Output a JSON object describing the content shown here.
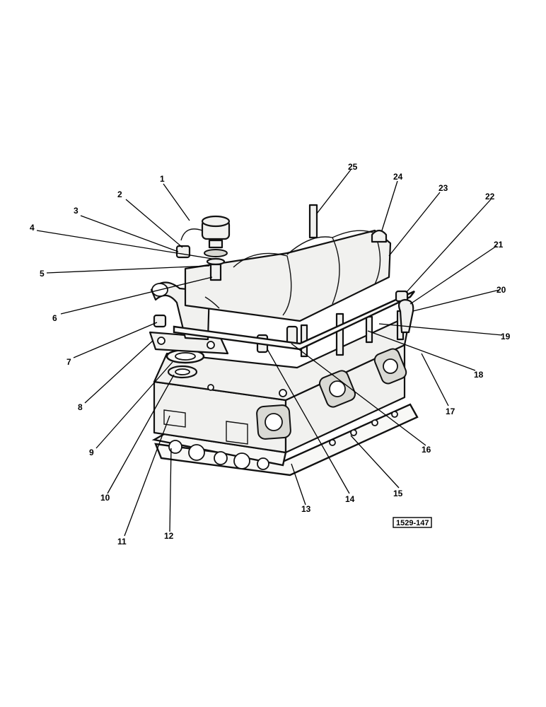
{
  "figure_ref": "1529-147",
  "callouts": [
    "1",
    "2",
    "3",
    "4",
    "5",
    "6",
    "7",
    "8",
    "9",
    "10",
    "11",
    "12",
    "13",
    "14",
    "15",
    "16",
    "17",
    "18",
    "19",
    "20",
    "21",
    "22",
    "23",
    "24",
    "25"
  ]
}
